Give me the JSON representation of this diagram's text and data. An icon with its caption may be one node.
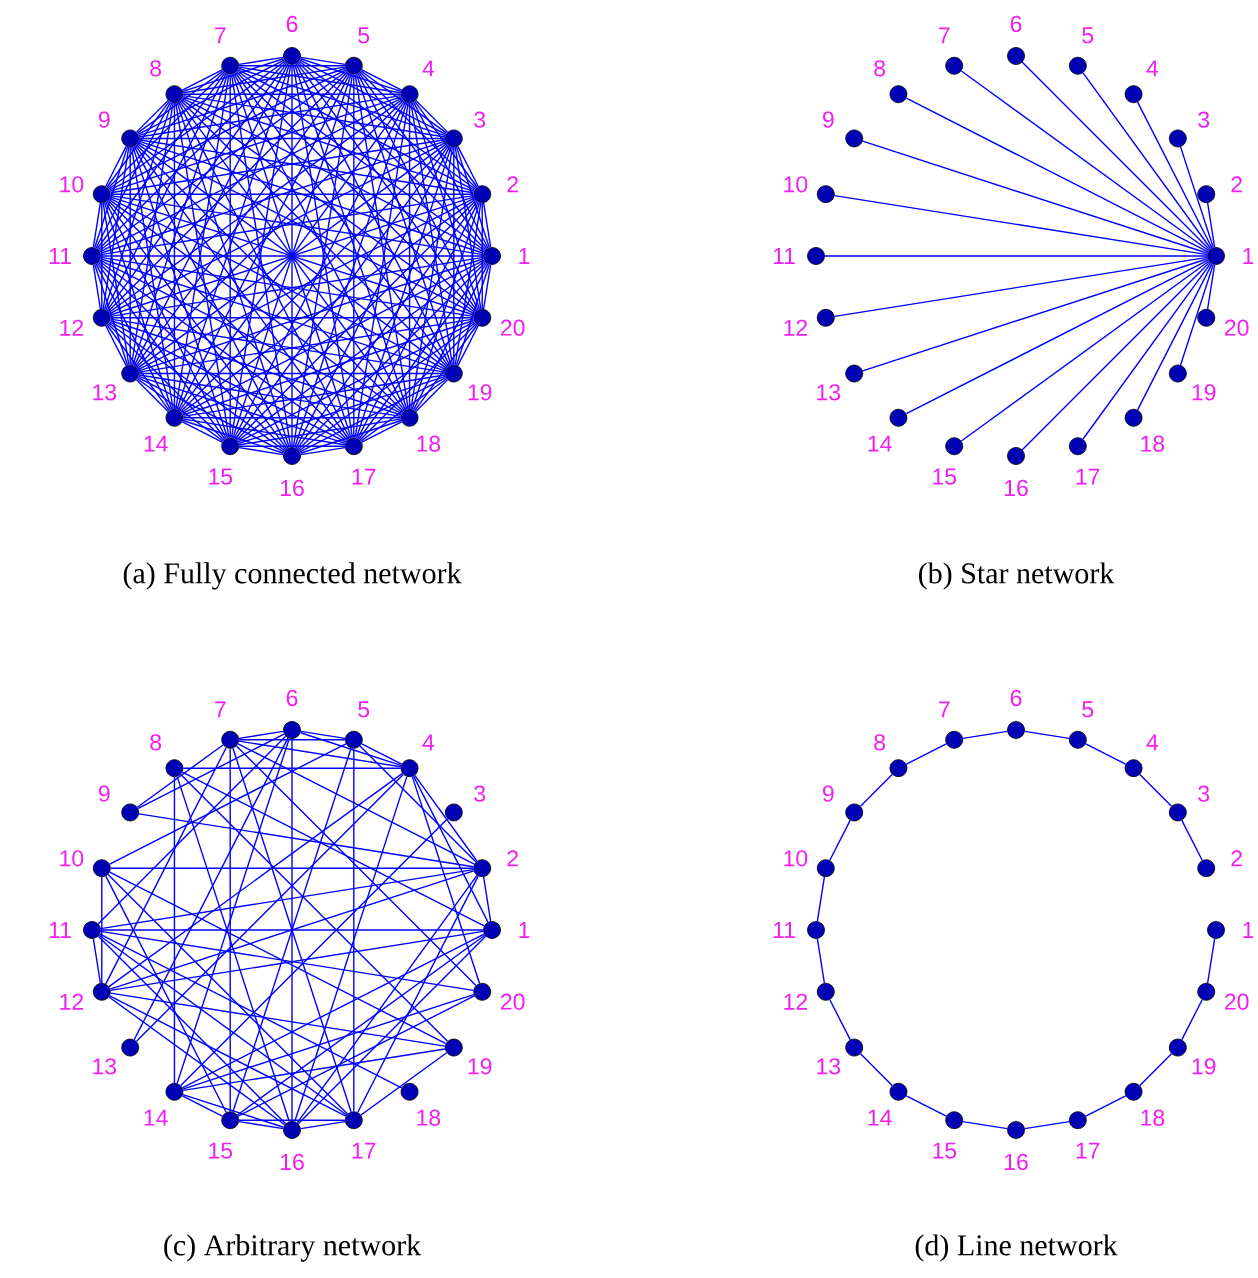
{
  "diagram": {
    "nodes": [
      {
        "text": [],
        "shape": "circle",
        "beside": [
          "1"
        ]
      },
      {
        "text": [],
        "shape": "circle",
        "beside": [
          "2"
        ]
      },
      {
        "text": [],
        "shape": "circle",
        "beside": [
          "3"
        ]
      },
      {
        "text": [],
        "shape": "circle",
        "beside": [
          "4"
        ]
      },
      {
        "text": [],
        "shape": "circle",
        "beside": [
          "5"
        ]
      },
      {
        "text": [],
        "shape": "circle",
        "beside": [
          "6"
        ]
      },
      {
        "text": [],
        "shape": "circle",
        "beside": [
          "7"
        ]
      },
      {
        "text": [],
        "shape": "circle",
        "beside": [
          "8"
        ]
      },
      {
        "text": [],
        "shape": "circle",
        "beside": [
          "9"
        ]
      },
      {
        "text": [],
        "shape": "circle",
        "beside": [
          "10"
        ]
      },
      {
        "text": [],
        "shape": "circle",
        "beside": [
          "11"
        ]
      },
      {
        "text": [],
        "shape": "circle",
        "beside": [
          "12"
        ]
      },
      {
        "text": [],
        "shape": "circle",
        "beside": [
          "13"
        ]
      },
      {
        "text": [],
        "shape": "circle",
        "beside": [
          "14"
        ]
      },
      {
        "text": [],
        "shape": "circle",
        "beside": [
          "15"
        ]
      },
      {
        "text": [],
        "shape": "circle",
        "beside": [
          "16"
        ]
      },
      {
        "text": [],
        "shape": "circle",
        "beside": [
          "17"
        ]
      },
      {
        "text": [],
        "shape": "circle",
        "beside": [
          "18"
        ]
      },
      {
        "text": [],
        "shape": "circle",
        "beside": [
          "19"
        ]
      },
      {
        "text": [],
        "shape": "circle",
        "beside": [
          "20"
        ]
      },
      {
        "text": [],
        "shape": "circle",
        "beside": [
          "1"
        ]
      },
      {
        "text": [],
        "shape": "circle",
        "beside": [
          "2"
        ]
      },
      {
        "text": [],
        "shape": "circle",
        "beside": [
          "3"
        ]
      },
      {
        "text": [],
        "shape": "circle",
        "beside": [
          "4"
        ]
      },
      {
        "text": [],
        "shape": "circle",
        "beside": [
          "5"
        ]
      },
      {
        "text": [],
        "shape": "circle",
        "beside": [
          "6"
        ]
      },
      {
        "text": [],
        "shape": "circle",
        "beside": [
          "7"
        ]
      },
      {
        "text": [],
        "shape": "circle",
        "beside": [
          "8"
        ]
      },
      {
        "text": [],
        "shape": "circle",
        "beside": [
          "9"
        ]
      },
      {
        "text": [],
        "shape": "circle",
        "beside": [
          "10"
        ]
      },
      {
        "text": [],
        "shape": "circle",
        "beside": [
          "11"
        ]
      },
      {
        "text": [],
        "shape": "circle",
        "beside": [
          "12"
        ]
      },
      {
        "text": [],
        "shape": "circle",
        "beside": [
          "13"
        ]
      },
      {
        "text": [],
        "shape": "circle",
        "beside": [
          "14"
        ]
      },
      {
        "text": [],
        "shape": "circle",
        "beside": [
          "15"
        ]
      },
      {
        "text": [],
        "shape": "circle",
        "beside": [
          "16"
        ]
      },
      {
        "text": [],
        "shape": "circle",
        "beside": [
          "17"
        ]
      },
      {
        "text": [],
        "shape": "circle",
        "beside": [
          "18"
        ]
      },
      {
        "text": [],
        "shape": "circle",
        "beside": [
          "19"
        ]
      },
      {
        "text": [],
        "shape": "circle",
        "beside": [
          "20"
        ]
      },
      {
        "text": [],
        "shape": "circle",
        "beside": [
          "1"
        ]
      },
      {
        "text": [],
        "shape": "circle",
        "beside": [
          "2"
        ]
      },
      {
        "text": [],
        "shape": "circle",
        "beside": [
          "3"
        ]
      },
      {
        "text": [],
        "shape": "circle",
        "beside": [
          "4"
        ]
      },
      {
        "text": [],
        "shape": "circle",
        "beside": [
          "5"
        ]
      },
      {
        "text": [],
        "shape": "circle",
        "beside": [
          "6"
        ]
      },
      {
        "text": [],
        "shape": "circle",
        "beside": [
          "7"
        ]
      },
      {
        "text": [],
        "shape": "circle",
        "beside": [
          "8"
        ]
      },
      {
        "text": [],
        "shape": "circle",
        "beside": [
          "9"
        ]
      },
      {
        "text": [],
        "shape": "circle",
        "beside": [
          "10"
        ]
      },
      {
        "text": [],
        "shape": "circle",
        "beside": [
          "11"
        ]
      },
      {
        "text": [],
        "shape": "circle",
        "beside": [
          "12"
        ]
      },
      {
        "text": [],
        "shape": "circle",
        "beside": [
          "13"
        ]
      },
      {
        "text": [],
        "shape": "circle",
        "beside": [
          "14"
        ]
      },
      {
        "text": [],
        "shape": "circle",
        "beside": [
          "15"
        ]
      },
      {
        "text": [],
        "shape": "circle",
        "beside": [
          "16"
        ]
      },
      {
        "text": [],
        "shape": "circle",
        "beside": [
          "17"
        ]
      },
      {
        "text": [],
        "shape": "circle",
        "beside": [
          "18"
        ]
      },
      {
        "text": [],
        "shape": "circle",
        "beside": [
          "19"
        ]
      },
      {
        "text": [],
        "shape": "circle",
        "beside": [
          "20"
        ]
      },
      {
        "text": [],
        "shape": "circle",
        "beside": [
          "1"
        ]
      },
      {
        "text": [],
        "shape": "circle",
        "beside": [
          "2"
        ]
      },
      {
        "text": [],
        "shape": "circle",
        "beside": [
          "3"
        ]
      },
      {
        "text": [],
        "shape": "circle",
        "beside": [
          "4"
        ]
      },
      {
        "text": [],
        "shape": "circle",
        "beside": [
          "5"
        ]
      },
      {
        "text": [],
        "shape": "circle",
        "beside": [
          "6"
        ]
      },
      {
        "text": [],
        "shape": "circle",
        "beside": [
          "7"
        ]
      },
      {
        "text": [],
        "shape": "circle",
        "beside": [
          "8"
        ]
      },
      {
        "text": [],
        "shape": "circle",
        "beside": [
          "9"
        ]
      },
      {
        "text": [],
        "shape": "circle",
        "beside": [
          "10"
        ]
      },
      {
        "text": [],
        "shape": "circle",
        "beside": [
          "11"
        ]
      },
      {
        "text": [],
        "shape": "circle",
        "beside": [
          "12"
        ]
      },
      {
        "text": [],
        "shape": "circle",
        "beside": [
          "13"
        ]
      },
      {
        "text": [],
        "shape": "circle",
        "beside": [
          "14"
        ]
      },
      {
        "text": [],
        "shape": "circle",
        "beside": [
          "15"
        ]
      },
      {
        "text": [],
        "shape": "circle",
        "beside": [
          "16"
        ]
      },
      {
        "text": [],
        "shape": "circle",
        "beside": [
          "17"
        ]
      },
      {
        "text": [],
        "shape": "circle",
        "beside": [
          "18"
        ]
      },
      {
        "text": [],
        "shape": "circle",
        "beside": [
          "19"
        ]
      },
      {
        "text": [],
        "shape": "circle",
        "beside": [
          "20"
        ]
      }
    ],
    "edges": [
      {
        "from": 0,
        "to": 1,
        "arrow": "none"
      },
      {
        "from": 0,
        "to": 2,
        "arrow": "none"
      },
      {
        "from": 0,
        "to": 3,
        "arrow": "none"
      },
      {
        "from": 0,
        "to": 4,
        "arrow": "none"
      },
      {
        "from": 0,
        "to": 5,
        "arrow": "none"
      },
      {
        "from": 0,
        "to": 6,
        "arrow": "none"
      },
      {
        "from": 0,
        "to": 7,
        "arrow": "none"
      },
      {
        "from": 0,
        "to": 8,
        "arrow": "none"
      },
      {
        "from": 0,
        "to": 9,
        "arrow": "none"
      },
      {
        "from": 0,
        "to": 10,
        "arrow": "none"
      },
      {
        "from": 0,
        "to": 11,
        "arrow": "none"
      },
      {
        "from": 0,
        "to": 12,
        "arrow": "none"
      },
      {
        "from": 0,
        "to": 13,
        "arrow": "none"
      },
      {
        "from": 0,
        "to": 14,
        "arrow": "none"
      },
      {
        "from": 0,
        "to": 15,
        "arrow": "none"
      },
      {
        "from": 0,
        "to": 16,
        "arrow": "none"
      },
      {
        "from": 0,
        "to": 17,
        "arrow": "none"
      },
      {
        "from": 0,
        "to": 18,
        "arrow": "none"
      },
      {
        "from": 0,
        "to": 19,
        "arrow": "none"
      },
      {
        "from": 1,
        "to": 2,
        "arrow": "none"
      },
      {
        "from": 1,
        "to": 3,
        "arrow": "none"
      },
      {
        "from": 1,
        "to": 4,
        "arrow": "none"
      },
      {
        "from": 1,
        "to": 5,
        "arrow": "none"
      },
      {
        "from": 1,
        "to": 6,
        "arrow": "none"
      },
      {
        "from": 1,
        "to": 7,
        "arrow": "none"
      },
      {
        "from": 1,
        "to": 8,
        "arrow": "none"
      },
      {
        "from": 1,
        "to": 9,
        "arrow": "none"
      },
      {
        "from": 1,
        "to": 10,
        "arrow": "none"
      },
      {
        "from": 1,
        "to": 11,
        "arrow": "none"
      },
      {
        "from": 1,
        "to": 12,
        "arrow": "none"
      },
      {
        "from": 1,
        "to": 13,
        "arrow": "none"
      },
      {
        "from": 1,
        "to": 14,
        "arrow": "none"
      },
      {
        "from": 1,
        "to": 15,
        "arrow": "none"
      },
      {
        "from": 1,
        "to": 16,
        "arrow": "none"
      },
      {
        "from": 1,
        "to": 17,
        "arrow": "none"
      },
      {
        "from": 1,
        "to": 18,
        "arrow": "none"
      },
      {
        "from": 1,
        "to": 19,
        "arrow": "none"
      },
      {
        "from": 2,
        "to": 3,
        "arrow": "none"
      },
      {
        "from": 2,
        "to": 4,
        "arrow": "none"
      },
      {
        "from": 2,
        "to": 5,
        "arrow": "none"
      },
      {
        "from": 2,
        "to": 6,
        "arrow": "none"
      },
      {
        "from": 2,
        "to": 7,
        "arrow": "none"
      },
      {
        "from": 2,
        "to": 8,
        "arrow": "none"
      },
      {
        "from": 2,
        "to": 9,
        "arrow": "none"
      },
      {
        "from": 2,
        "to": 10,
        "arrow": "none"
      },
      {
        "from": 2,
        "to": 11,
        "arrow": "none"
      },
      {
        "from": 2,
        "to": 12,
        "arrow": "none"
      },
      {
        "from": 2,
        "to": 13,
        "arrow": "none"
      },
      {
        "from": 2,
        "to": 14,
        "arrow": "none"
      },
      {
        "from": 2,
        "to": 15,
        "arrow": "none"
      },
      {
        "from": 2,
        "to": 16,
        "arrow": "none"
      },
      {
        "from": 2,
        "to": 17,
        "arrow": "none"
      },
      {
        "from": 2,
        "to": 18,
        "arrow": "none"
      },
      {
        "from": 2,
        "to": 19,
        "arrow": "none"
      },
      {
        "from": 3,
        "to": 4,
        "arrow": "none"
      },
      {
        "from": 3,
        "to": 5,
        "arrow": "none"
      },
      {
        "from": 3,
        "to": 6,
        "arrow": "none"
      },
      {
        "from": 3,
        "to": 7,
        "arrow": "none"
      },
      {
        "from": 3,
        "to": 8,
        "arrow": "none"
      },
      {
        "from": 3,
        "to": 9,
        "arrow": "none"
      },
      {
        "from": 3,
        "to": 10,
        "arrow": "none"
      },
      {
        "from": 3,
        "to": 11,
        "arrow": "none"
      },
      {
        "from": 3,
        "to": 12,
        "arrow": "none"
      },
      {
        "from": 3,
        "to": 13,
        "arrow": "none"
      },
      {
        "from": 3,
        "to": 14,
        "arrow": "none"
      },
      {
        "from": 3,
        "to": 15,
        "arrow": "none"
      },
      {
        "from": 3,
        "to": 16,
        "arrow": "none"
      },
      {
        "from": 3,
        "to": 17,
        "arrow": "none"
      },
      {
        "from": 3,
        "to": 18,
        "arrow": "none"
      },
      {
        "from": 3,
        "to": 19,
        "arrow": "none"
      },
      {
        "from": 4,
        "to": 5,
        "arrow": "none"
      },
      {
        "from": 4,
        "to": 6,
        "arrow": "none"
      },
      {
        "from": 4,
        "to": 7,
        "arrow": "none"
      },
      {
        "from": 4,
        "to": 8,
        "arrow": "none"
      },
      {
        "from": 4,
        "to": 9,
        "arrow": "none"
      },
      {
        "from": 4,
        "to": 10,
        "arrow": "none"
      },
      {
        "from": 4,
        "to": 11,
        "arrow": "none"
      },
      {
        "from": 4,
        "to": 12,
        "arrow": "none"
      },
      {
        "from": 4,
        "to": 13,
        "arrow": "none"
      },
      {
        "from": 4,
        "to": 14,
        "arrow": "none"
      },
      {
        "from": 4,
        "to": 15,
        "arrow": "none"
      },
      {
        "from": 4,
        "to": 16,
        "arrow": "none"
      },
      {
        "from": 4,
        "to": 17,
        "arrow": "none"
      },
      {
        "from": 4,
        "to": 18,
        "arrow": "none"
      },
      {
        "from": 4,
        "to": 19,
        "arrow": "none"
      },
      {
        "from": 5,
        "to": 6,
        "arrow": "none"
      },
      {
        "from": 5,
        "to": 7,
        "arrow": "none"
      },
      {
        "from": 5,
        "to": 8,
        "arrow": "none"
      },
      {
        "from": 5,
        "to": 9,
        "arrow": "none"
      },
      {
        "from": 5,
        "to": 10,
        "arrow": "none"
      },
      {
        "from": 5,
        "to": 11,
        "arrow": "none"
      },
      {
        "from": 5,
        "to": 12,
        "arrow": "none"
      },
      {
        "from": 5,
        "to": 13,
        "arrow": "none"
      },
      {
        "from": 5,
        "to": 14,
        "arrow": "none"
      },
      {
        "from": 5,
        "to": 15,
        "arrow": "none"
      },
      {
        "from": 5,
        "to": 16,
        "arrow": "none"
      },
      {
        "from": 5,
        "to": 17,
        "arrow": "none"
      },
      {
        "from": 5,
        "to": 18,
        "arrow": "none"
      },
      {
        "from": 5,
        "to": 19,
        "arrow": "none"
      },
      {
        "from": 6,
        "to": 7,
        "arrow": "none"
      },
      {
        "from": 6,
        "to": 8,
        "arrow": "none"
      },
      {
        "from": 6,
        "to": 9,
        "arrow": "none"
      },
      {
        "from": 6,
        "to": 10,
        "arrow": "none"
      },
      {
        "from": 6,
        "to": 11,
        "arrow": "none"
      },
      {
        "from": 6,
        "to": 12,
        "arrow": "none"
      },
      {
        "from": 6,
        "to": 13,
        "arrow": "none"
      },
      {
        "from": 6,
        "to": 14,
        "arrow": "none"
      },
      {
        "from": 6,
        "to": 15,
        "arrow": "none"
      },
      {
        "from": 6,
        "to": 16,
        "arrow": "none"
      },
      {
        "from": 6,
        "to": 17,
        "arrow": "none"
      },
      {
        "from": 6,
        "to": 18,
        "arrow": "none"
      },
      {
        "from": 6,
        "to": 19,
        "arrow": "none"
      },
      {
        "from": 7,
        "to": 8,
        "arrow": "none"
      },
      {
        "from": 7,
        "to": 9,
        "arrow": "none"
      },
      {
        "from": 7,
        "to": 10,
        "arrow": "none"
      },
      {
        "from": 7,
        "to": 11,
        "arrow": "none"
      },
      {
        "from": 7,
        "to": 12,
        "arrow": "none"
      },
      {
        "from": 7,
        "to": 13,
        "arrow": "none"
      },
      {
        "from": 7,
        "to": 14,
        "arrow": "none"
      },
      {
        "from": 7,
        "to": 15,
        "arrow": "none"
      },
      {
        "from": 7,
        "to": 16,
        "arrow": "none"
      },
      {
        "from": 7,
        "to": 17,
        "arrow": "none"
      },
      {
        "from": 7,
        "to": 18,
        "arrow": "none"
      },
      {
        "from": 7,
        "to": 19,
        "arrow": "none"
      },
      {
        "from": 8,
        "to": 9,
        "arrow": "none"
      },
      {
        "from": 8,
        "to": 10,
        "arrow": "none"
      },
      {
        "from": 8,
        "to": 11,
        "arrow": "none"
      },
      {
        "from": 8,
        "to": 12,
        "arrow": "none"
      },
      {
        "from": 8,
        "to": 13,
        "arrow": "none"
      },
      {
        "from": 8,
        "to": 14,
        "arrow": "none"
      },
      {
        "from": 8,
        "to": 15,
        "arrow": "none"
      },
      {
        "from": 8,
        "to": 16,
        "arrow": "none"
      },
      {
        "from": 8,
        "to": 17,
        "arrow": "none"
      },
      {
        "from": 8,
        "to": 18,
        "arrow": "none"
      },
      {
        "from": 8,
        "to": 19,
        "arrow": "none"
      },
      {
        "from": 9,
        "to": 10,
        "arrow": "none"
      },
      {
        "from": 9,
        "to": 11,
        "arrow": "none"
      },
      {
        "from": 9,
        "to": 12,
        "arrow": "none"
      },
      {
        "from": 9,
        "to": 13,
        "arrow": "none"
      },
      {
        "from": 9,
        "to": 14,
        "arrow": "none"
      },
      {
        "from": 9,
        "to": 15,
        "arrow": "none"
      },
      {
        "from": 9,
        "to": 16,
        "arrow": "none"
      },
      {
        "from": 9,
        "to": 17,
        "arrow": "none"
      },
      {
        "from": 9,
        "to": 18,
        "arrow": "none"
      },
      {
        "from": 9,
        "to": 19,
        "arrow": "none"
      },
      {
        "from": 10,
        "to": 11,
        "arrow": "none"
      },
      {
        "from": 10,
        "to": 12,
        "arrow": "none"
      },
      {
        "from": 10,
        "to": 13,
        "arrow": "none"
      },
      {
        "from": 10,
        "to": 14,
        "arrow": "none"
      },
      {
        "from": 10,
        "to": 15,
        "arrow": "none"
      },
      {
        "from": 10,
        "to": 16,
        "arrow": "none"
      },
      {
        "from": 10,
        "to": 17,
        "arrow": "none"
      },
      {
        "from": 10,
        "to": 18,
        "arrow": "none"
      },
      {
        "from": 10,
        "to": 19,
        "arrow": "none"
      },
      {
        "from": 11,
        "to": 12,
        "arrow": "none"
      },
      {
        "from": 11,
        "to": 13,
        "arrow": "none"
      },
      {
        "from": 11,
        "to": 14,
        "arrow": "none"
      },
      {
        "from": 11,
        "to": 15,
        "arrow": "none"
      },
      {
        "from": 11,
        "to": 16,
        "arrow": "none"
      },
      {
        "from": 11,
        "to": 17,
        "arrow": "none"
      },
      {
        "from": 11,
        "to": 18,
        "arrow": "none"
      },
      {
        "from": 11,
        "to": 19,
        "arrow": "none"
      },
      {
        "from": 12,
        "to": 13,
        "arrow": "none"
      },
      {
        "from": 12,
        "to": 14,
        "arrow": "none"
      },
      {
        "from": 12,
        "to": 15,
        "arrow": "none"
      },
      {
        "from": 12,
        "to": 16,
        "arrow": "none"
      },
      {
        "from": 12,
        "to": 17,
        "arrow": "none"
      },
      {
        "from": 12,
        "to": 18,
        "arrow": "none"
      },
      {
        "from": 12,
        "to": 19,
        "arrow": "none"
      },
      {
        "from": 13,
        "to": 14,
        "arrow": "none"
      },
      {
        "from": 13,
        "to": 15,
        "arrow": "none"
      },
      {
        "from": 13,
        "to": 16,
        "arrow": "none"
      },
      {
        "from": 13,
        "to": 17,
        "arrow": "none"
      },
      {
        "from": 13,
        "to": 18,
        "arrow": "none"
      },
      {
        "from": 13,
        "to": 19,
        "arrow": "none"
      },
      {
        "from": 14,
        "to": 15,
        "arrow": "none"
      },
      {
        "from": 14,
        "to": 16,
        "arrow": "none"
      },
      {
        "from": 14,
        "to": 17,
        "arrow": "none"
      },
      {
        "from": 14,
        "to": 18,
        "arrow": "none"
      },
      {
        "from": 14,
        "to": 19,
        "arrow": "none"
      },
      {
        "from": 15,
        "to": 16,
        "arrow": "none"
      },
      {
        "from": 15,
        "to": 17,
        "arrow": "none"
      },
      {
        "from": 15,
        "to": 18,
        "arrow": "none"
      },
      {
        "from": 15,
        "to": 19,
        "arrow": "none"
      },
      {
        "from": 16,
        "to": 17,
        "arrow": "none"
      },
      {
        "from": 16,
        "to": 18,
        "arrow": "none"
      },
      {
        "from": 16,
        "to": 19,
        "arrow": "none"
      },
      {
        "from": 17,
        "to": 18,
        "arrow": "none"
      },
      {
        "from": 17,
        "to": 19,
        "arrow": "none"
      },
      {
        "from": 18,
        "to": 19,
        "arrow": "none"
      },
      {
        "from": 20,
        "to": 21,
        "arrow": "none"
      },
      {
        "from": 20,
        "to": 22,
        "arrow": "none"
      },
      {
        "from": 20,
        "to": 23,
        "arrow": "none"
      },
      {
        "from": 20,
        "to": 24,
        "arrow": "none"
      },
      {
        "from": 20,
        "to": 25,
        "arrow": "none"
      },
      {
        "from": 20,
        "to": 26,
        "arrow": "none"
      },
      {
        "from": 20,
        "to": 27,
        "arrow": "none"
      },
      {
        "from": 20,
        "to": 28,
        "arrow": "none"
      },
      {
        "from": 20,
        "to": 29,
        "arrow": "none"
      },
      {
        "from": 20,
        "to": 30,
        "arrow": "none"
      },
      {
        "from": 20,
        "to": 31,
        "arrow": "none"
      },
      {
        "from": 20,
        "to": 32,
        "arrow": "none"
      },
      {
        "from": 20,
        "to": 33,
        "arrow": "none"
      },
      {
        "from": 20,
        "to": 34,
        "arrow": "none"
      },
      {
        "from": 20,
        "to": 35,
        "arrow": "none"
      },
      {
        "from": 20,
        "to": 36,
        "arrow": "none"
      },
      {
        "from": 20,
        "to": 37,
        "arrow": "none"
      },
      {
        "from": 20,
        "to": 38,
        "arrow": "none"
      },
      {
        "from": 20,
        "to": 39,
        "arrow": "none"
      },
      {
        "from": 40,
        "to": 41,
        "arrow": "none"
      },
      {
        "from": 40,
        "to": 50,
        "arrow": "none"
      },
      {
        "from": 40,
        "to": 43,
        "arrow": "none"
      },
      {
        "from": 40,
        "to": 51,
        "arrow": "none"
      },
      {
        "from": 40,
        "to": 54,
        "arrow": "none"
      },
      {
        "from": 40,
        "to": 53,
        "arrow": "none"
      },
      {
        "from": 40,
        "to": 47,
        "arrow": "none"
      },
      {
        "from": 41,
        "to": 49,
        "arrow": "none"
      },
      {
        "from": 41,
        "to": 43,
        "arrow": "none"
      },
      {
        "from": 41,
        "to": 44,
        "arrow": "none"
      },
      {
        "from": 41,
        "to": 51,
        "arrow": "none"
      },
      {
        "from": 41,
        "to": 55,
        "arrow": "none"
      },
      {
        "from": 41,
        "to": 56,
        "arrow": "none"
      },
      {
        "from": 41,
        "to": 46,
        "arrow": "none"
      },
      {
        "from": 41,
        "to": 50,
        "arrow": "none"
      },
      {
        "from": 41,
        "to": 48,
        "arrow": "none"
      },
      {
        "from": 42,
        "to": 53,
        "arrow": "none"
      },
      {
        "from": 43,
        "to": 44,
        "arrow": "none"
      },
      {
        "from": 43,
        "to": 45,
        "arrow": "none"
      },
      {
        "from": 43,
        "to": 46,
        "arrow": "none"
      },
      {
        "from": 43,
        "to": 47,
        "arrow": "none"
      },
      {
        "from": 43,
        "to": 55,
        "arrow": "none"
      },
      {
        "from": 43,
        "to": 52,
        "arrow": "none"
      },
      {
        "from": 43,
        "to": 51,
        "arrow": "none"
      },
      {
        "from": 43,
        "to": 59,
        "arrow": "none"
      },
      {
        "from": 44,
        "to": 45,
        "arrow": "none"
      },
      {
        "from": 44,
        "to": 46,
        "arrow": "none"
      },
      {
        "from": 44,
        "to": 54,
        "arrow": "none"
      },
      {
        "from": 44,
        "to": 56,
        "arrow": "none"
      },
      {
        "from": 44,
        "to": 49,
        "arrow": "none"
      },
      {
        "from": 45,
        "to": 46,
        "arrow": "none"
      },
      {
        "from": 45,
        "to": 48,
        "arrow": "none"
      },
      {
        "from": 45,
        "to": 53,
        "arrow": "none"
      },
      {
        "from": 45,
        "to": 50,
        "arrow": "none"
      },
      {
        "from": 45,
        "to": 55,
        "arrow": "none"
      },
      {
        "from": 45,
        "to": 52,
        "arrow": "none"
      },
      {
        "from": 46,
        "to": 48,
        "arrow": "none"
      },
      {
        "from": 46,
        "to": 54,
        "arrow": "none"
      },
      {
        "from": 46,
        "to": 56,
        "arrow": "none"
      },
      {
        "from": 46,
        "to": 51,
        "arrow": "none"
      },
      {
        "from": 46,
        "to": 59,
        "arrow": "none"
      },
      {
        "from": 47,
        "to": 53,
        "arrow": "none"
      },
      {
        "from": 47,
        "to": 55,
        "arrow": "none"
      },
      {
        "from": 47,
        "to": 58,
        "arrow": "none"
      },
      {
        "from": 49,
        "to": 54,
        "arrow": "none"
      },
      {
        "from": 49,
        "to": 56,
        "arrow": "none"
      },
      {
        "from": 49,
        "to": 58,
        "arrow": "none"
      },
      {
        "from": 49,
        "to": 51,
        "arrow": "none"
      },
      {
        "from": 50,
        "to": 51,
        "arrow": "none"
      },
      {
        "from": 50,
        "to": 55,
        "arrow": "none"
      },
      {
        "from": 50,
        "to": 56,
        "arrow": "none"
      },
      {
        "from": 50,
        "to": 57,
        "arrow": "none"
      },
      {
        "from": 50,
        "to": 59,
        "arrow": "none"
      },
      {
        "from": 51,
        "to": 58,
        "arrow": "none"
      },
      {
        "from": 51,
        "to": 55,
        "arrow": "none"
      },
      {
        "from": 51,
        "to": 56,
        "arrow": "none"
      },
      {
        "from": 53,
        "to": 54,
        "arrow": "none"
      },
      {
        "from": 53,
        "to": 55,
        "arrow": "none"
      },
      {
        "from": 53,
        "to": 58,
        "arrow": "none"
      },
      {
        "from": 53,
        "to": 59,
        "arrow": "none"
      },
      {
        "from": 54,
        "to": 55,
        "arrow": "none"
      },
      {
        "from": 54,
        "to": 56,
        "arrow": "none"
      },
      {
        "from": 54,
        "to": 59,
        "arrow": "none"
      },
      {
        "from": 55,
        "to": 56,
        "arrow": "none"
      },
      {
        "from": 55,
        "to": 40,
        "arrow": "none"
      },
      {
        "from": 56,
        "to": 58,
        "arrow": "none"
      },
      {
        "from": 61,
        "to": 62,
        "arrow": "none"
      },
      {
        "from": 62,
        "to": 63,
        "arrow": "none"
      },
      {
        "from": 63,
        "to": 64,
        "arrow": "none"
      },
      {
        "from": 64,
        "to": 65,
        "arrow": "none"
      },
      {
        "from": 65,
        "to": 66,
        "arrow": "none"
      },
      {
        "from": 66,
        "to": 67,
        "arrow": "none"
      },
      {
        "from": 67,
        "to": 68,
        "arrow": "none"
      },
      {
        "from": 68,
        "to": 69,
        "arrow": "none"
      },
      {
        "from": 69,
        "to": 70,
        "arrow": "none"
      },
      {
        "from": 70,
        "to": 71,
        "arrow": "none"
      },
      {
        "from": 71,
        "to": 72,
        "arrow": "none"
      },
      {
        "from": 72,
        "to": 73,
        "arrow": "none"
      },
      {
        "from": 73,
        "to": 74,
        "arrow": "none"
      },
      {
        "from": 74,
        "to": 75,
        "arrow": "none"
      },
      {
        "from": 75,
        "to": 76,
        "arrow": "none"
      },
      {
        "from": 76,
        "to": 77,
        "arrow": "none"
      },
      {
        "from": 77,
        "to": 78,
        "arrow": "none"
      },
      {
        "from": 78,
        "to": 79,
        "arrow": "none"
      },
      {
        "from": 79,
        "to": 60,
        "arrow": "none"
      }
    ],
    "labels": [
      "(a) Fully connected network",
      "(b) Star network",
      "(c) Arbitrary network",
      "(d) Line network"
    ]
  }
}
